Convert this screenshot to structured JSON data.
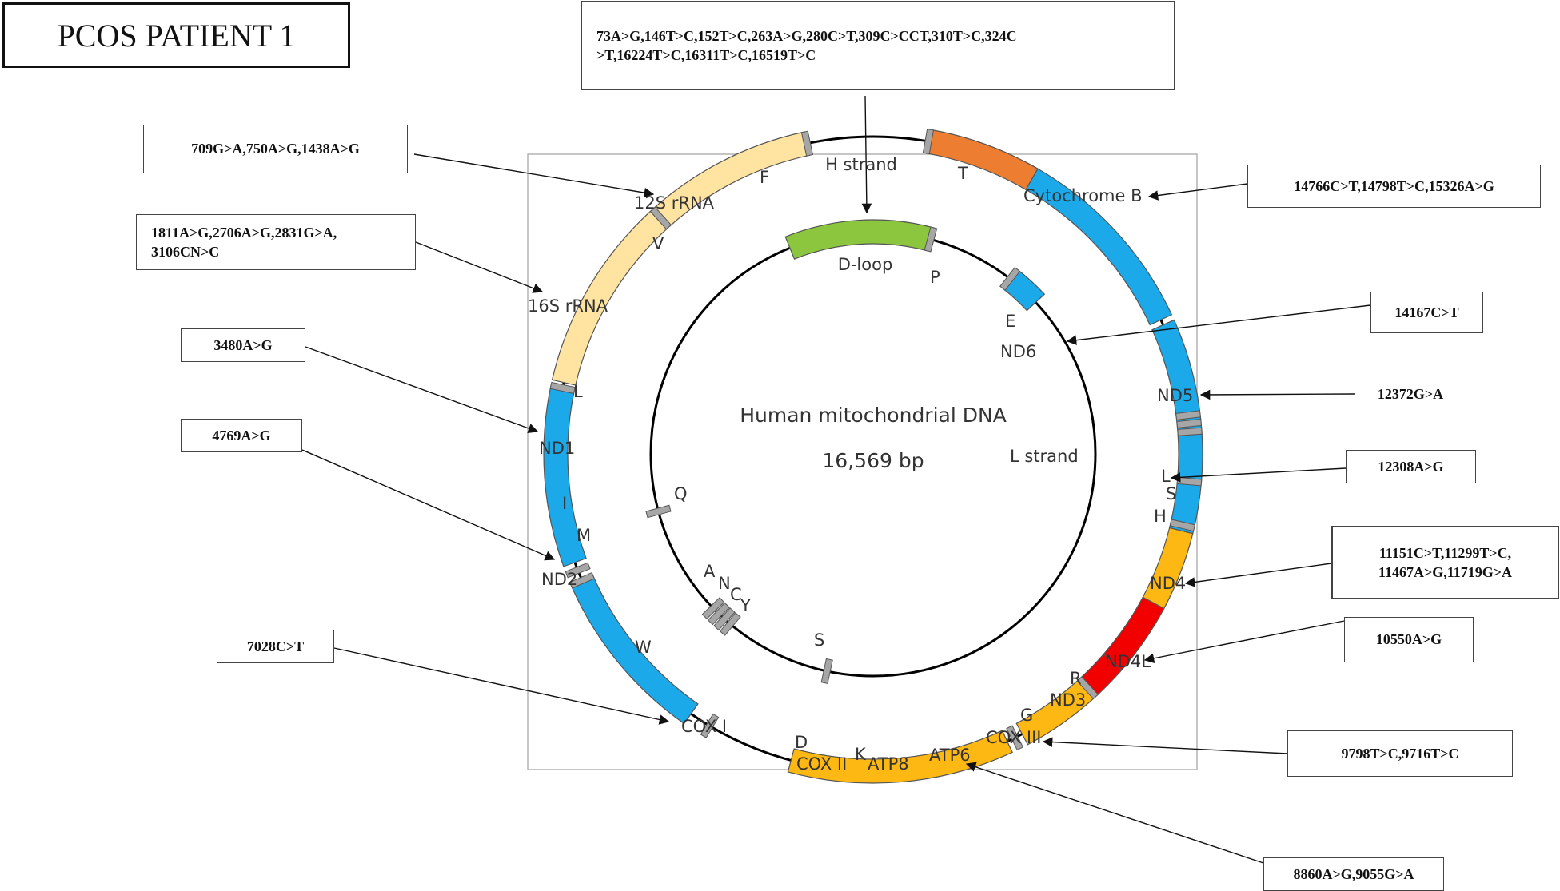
{
  "title": "PCOS PATIENT 1",
  "center": {
    "title": "Human mitochondrial DNA",
    "size": "16,569 bp"
  },
  "strands": {
    "h": "H strand",
    "l": "L strand"
  },
  "genes": {
    "dloop": "D-loop",
    "rrna12": "12S rRNA",
    "rrna16": "16S rRNA",
    "nd1": "ND1",
    "nd2": "ND2",
    "cox1": "COX I",
    "cox2": "COX II",
    "atp8": "ATP8",
    "atp6": "ATP6",
    "cox3": "COX III",
    "nd3": "ND3",
    "nd4l": "ND4L",
    "nd4": "ND4",
    "nd5": "ND5",
    "nd6": "ND6",
    "cytb": "Cytochrome B"
  },
  "trna": {
    "F": "F",
    "V": "V",
    "L1": "L",
    "I": "I",
    "M": "M",
    "W": "W",
    "A": "A",
    "N": "N",
    "C": "C",
    "Y": "Y",
    "S1": "S",
    "D": "D",
    "K": "K",
    "G": "G",
    "R": "R",
    "H": "H",
    "S2": "S",
    "L2": "L",
    "E": "E",
    "T": "T",
    "P": "P",
    "Q": "Q"
  },
  "mutations": {
    "dloop_line1": "73A>G,146T>C,152T>C,263A>G,280C>T,309C>CCT,310T>C,324C",
    "dloop_line2": ">T,16224T>C,16311T>C,16519T>C",
    "rrna12": "709G>A,750A>G,1438A>G",
    "rrna16_line1": "1811A>G,2706A>G,2831G>A,",
    "rrna16_line2": "3106CN>C",
    "nd1": "3480A>G",
    "nd2": "4769A>G",
    "cox1": "7028C>T",
    "cytb": "14766C>T,14798T>C,15326A>G",
    "nd6": "14167C>T",
    "nd5": "12372G>A",
    "trnl2": "12308A>G",
    "nd4_line1": "11151C>T,11299T>C,",
    "nd4_line2": "11467A>G,11719G>A",
    "nd4l": "10550A>G",
    "cox3": "9798T>C,9716T>C",
    "atp": "8860A>G,9055G>A"
  },
  "colors": {
    "rrna": "#ffe4a1",
    "nd": "#1ba9ea",
    "cox": "#fdb813",
    "atp": "#f20000",
    "cytb": "#ed7d31",
    "dloop": "#8cc63f",
    "trna": "#a6a6a6"
  }
}
